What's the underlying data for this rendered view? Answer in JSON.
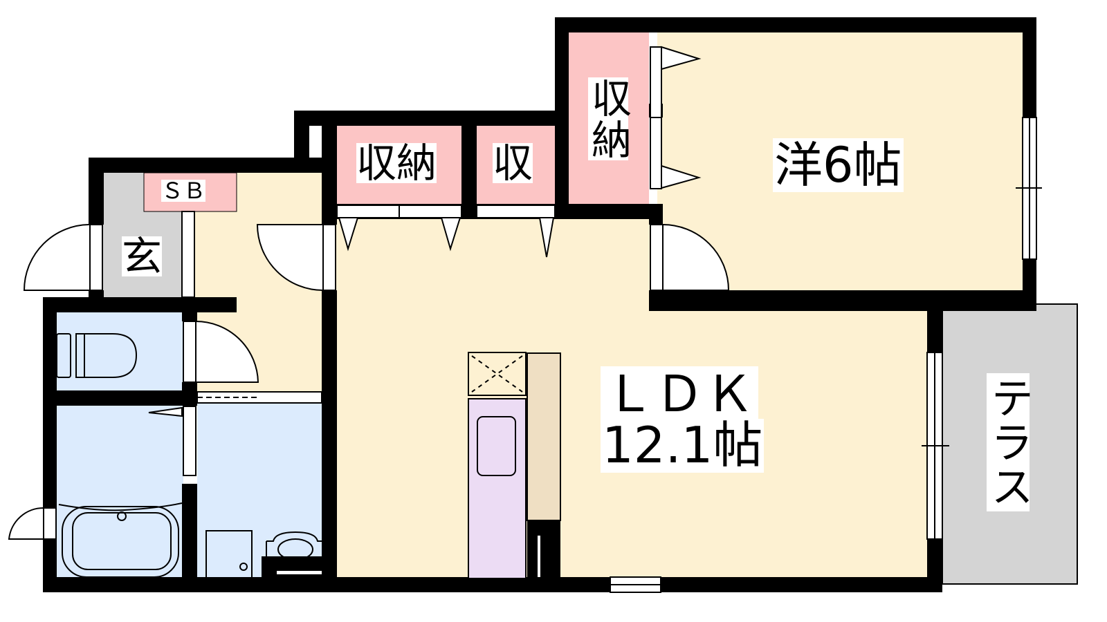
{
  "colors": {
    "wall": "#000000",
    "room": "#fdf1d2",
    "storage": "#fcc5c5",
    "wet": "#dcebfd",
    "entrance": "#d4d4d4",
    "terrace": "#d4d4d4",
    "kitchen": "#ecdcf4",
    "counter": "#efdfc3"
  },
  "rooms": {
    "storage1": "収納",
    "storage2": "収",
    "storage3": "収納",
    "bedroom": "洋6帖",
    "shoebox": "ＳＢ",
    "entrance": "玄",
    "ldk_name": "ＬＤＫ",
    "ldk_size": "12.1帖",
    "terrace": "テラス"
  }
}
